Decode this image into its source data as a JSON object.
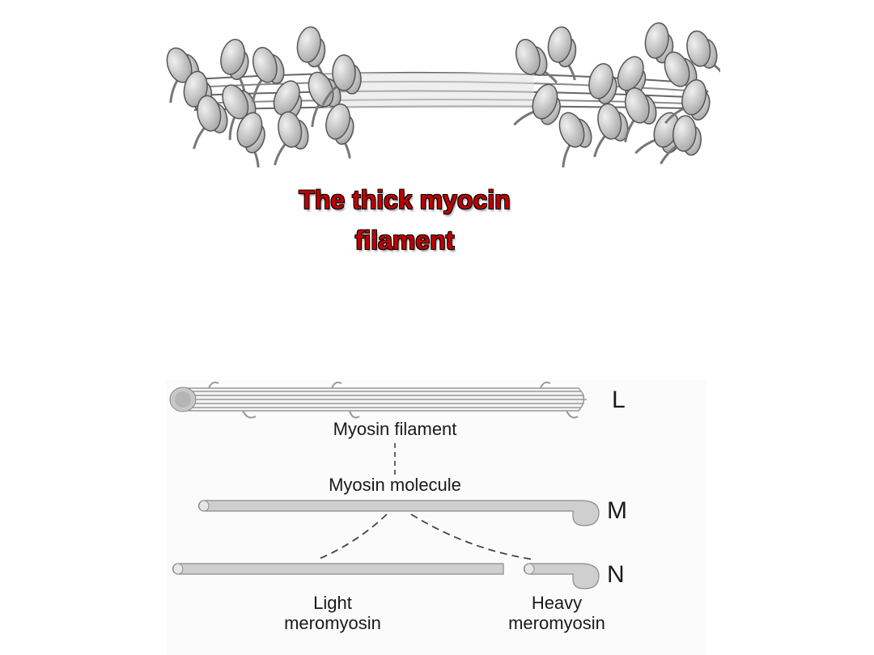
{
  "title": {
    "line1": "The thick myocin",
    "line2": "filament"
  },
  "diagram": {
    "rows": [
      {
        "letter": "L",
        "label": "Myosin filament"
      },
      {
        "letter": "M",
        "label": "Myosin molecule"
      },
      {
        "letter": "N"
      }
    ],
    "fragments": {
      "light_line1": "Light",
      "light_line2": "meromyosin",
      "heavy_line1": "Heavy",
      "heavy_line2": "meromyosin"
    }
  },
  "colors": {
    "title": "#c00000",
    "head_fill": "#d2d2d2",
    "rod_fill": "#cfcfcf",
    "outline": "#555555"
  }
}
